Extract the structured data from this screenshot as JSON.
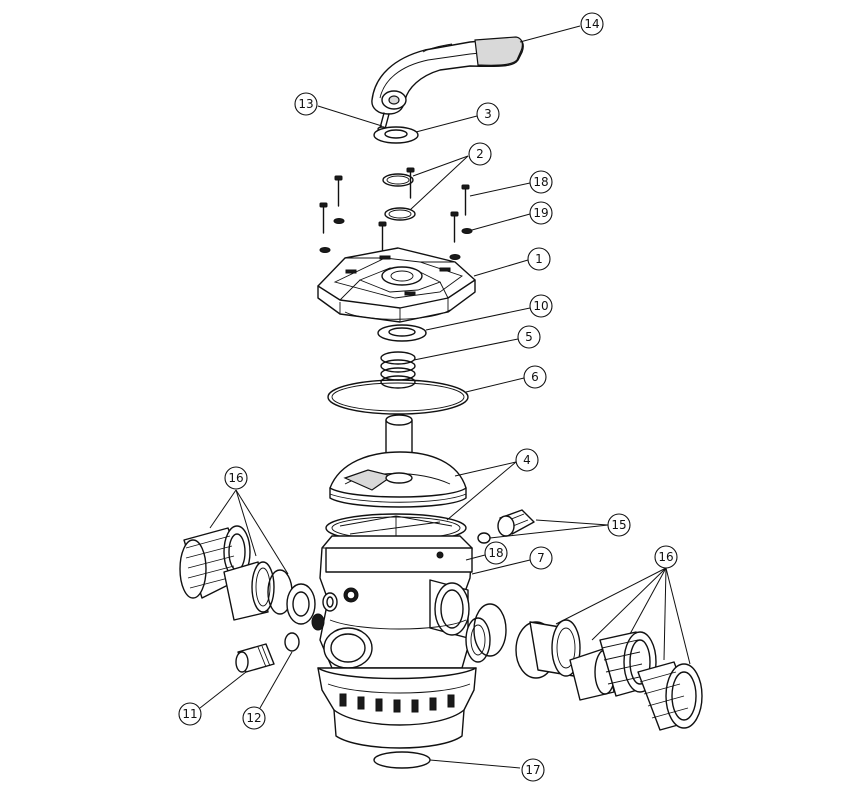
{
  "callouts": {
    "c1": "1",
    "c2": "2",
    "c3": "3",
    "c4": "4",
    "c5": "5",
    "c6": "6",
    "c7": "7",
    "c10": "10",
    "c11": "11",
    "c12": "12",
    "c13": "13",
    "c14": "14",
    "c15": "15",
    "c16a": "16",
    "c16b": "16",
    "c17": "17",
    "c18a": "18",
    "c18b": "18",
    "c19": "19"
  }
}
